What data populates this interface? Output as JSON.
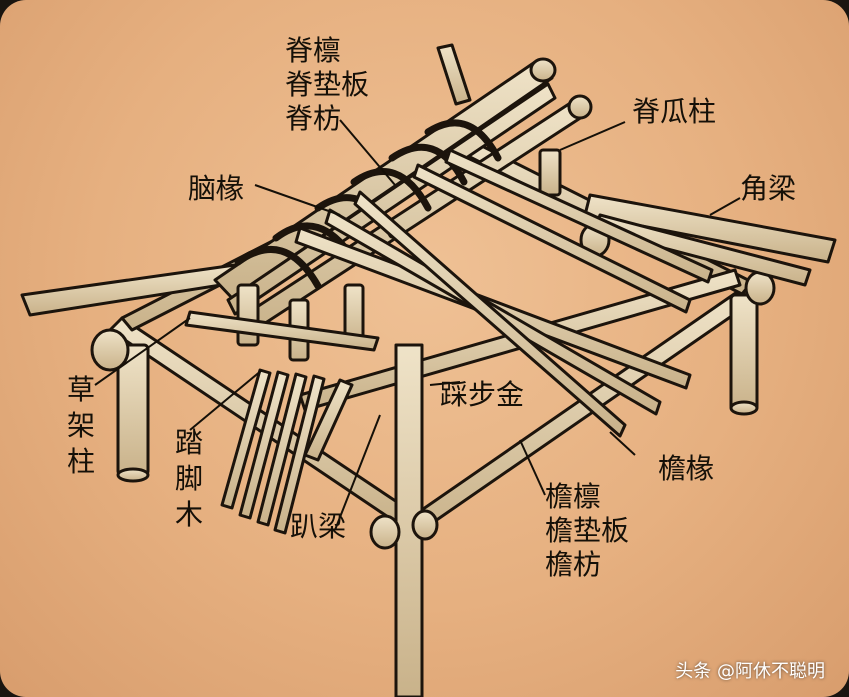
{
  "colors": {
    "background": "#e9b384",
    "timber": "#d8c6a4",
    "outline": "#1c140c",
    "label_text": "#151008"
  },
  "labels": {
    "ridge_group": [
      "脊檩",
      "脊垫板",
      "脊枋"
    ],
    "ridge_post": "脊瓜柱",
    "naochuan": "脑椽",
    "corner_beam": "角梁",
    "caojia_post": "草架柱",
    "tajiao_mu": "踏脚木",
    "pa_liang": "趴梁",
    "caibu_jin": "踩步金",
    "eave_rafter": "檐椽",
    "eave_group": [
      "檐檩",
      "檐垫板",
      "檐枋"
    ]
  },
  "watermark": "头条 @阿休不聪明"
}
